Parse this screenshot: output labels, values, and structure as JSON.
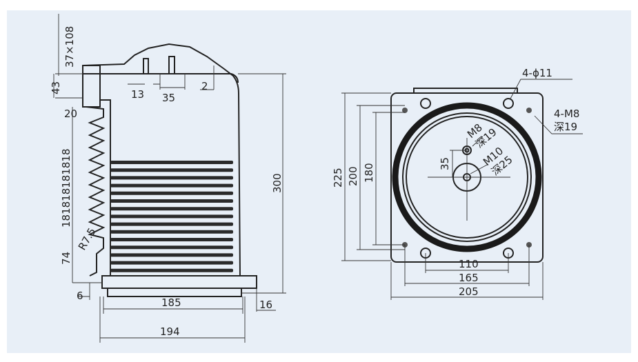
{
  "side_view": {
    "dims": {
      "top_37x108": "37×108",
      "d43": "43",
      "d20": "20",
      "shed_pitch": "181818181818",
      "radius": "R7.5",
      "d74": "74",
      "d6": "6",
      "d13": "13",
      "d35": "35",
      "d2": "2",
      "height": "300",
      "d185": "185",
      "d194": "194",
      "d16": "16"
    }
  },
  "plan_view": {
    "dims": {
      "d225": "225",
      "d200": "200",
      "d180": "180",
      "d35": "35",
      "d110": "110",
      "d165": "165",
      "d205": "205"
    },
    "callouts": {
      "holes": "4-ϕ11",
      "threads": "4-M8",
      "threads_depth": "深19",
      "m8": "M8",
      "m8_depth": "深19",
      "m10": "M10",
      "m10_depth": "深25"
    }
  }
}
